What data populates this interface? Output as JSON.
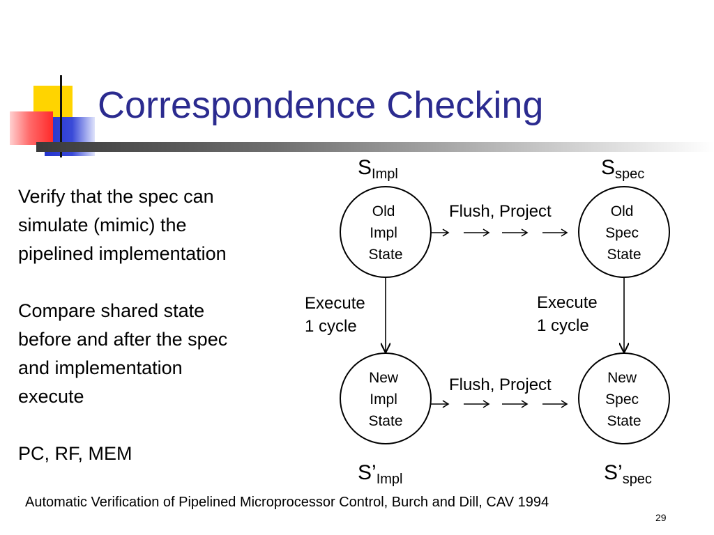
{
  "slide": {
    "title": "Correspondence Checking",
    "bullets": [
      "Verify that the spec can\nsimulate (mimic) the\npipelined implementation",
      "Compare shared state\nbefore and after the spec\nand implementation\nexecute",
      "PC, RF, MEM"
    ],
    "citation": "Automatic Verification of Pipelined Microprocessor Control, Burch and Dill, CAV 1994",
    "page_number": "29",
    "colors": {
      "title": "#2b2b8f",
      "deco_yellow": "#ffd700",
      "deco_red": "#ff3333",
      "deco_blue": "#2f3fd0"
    }
  },
  "diagram": {
    "nodes": {
      "old_impl": [
        "Old",
        "Impl",
        "State"
      ],
      "old_spec": [
        "Old",
        "Spec",
        "State"
      ],
      "new_impl": [
        "New",
        "Impl",
        "State"
      ],
      "new_spec": [
        "New",
        "Spec",
        "State"
      ]
    },
    "labels": {
      "s_impl": {
        "base": "S",
        "sub": "Impl"
      },
      "s_spec": {
        "base": "S",
        "sub": "spec"
      },
      "s_prime_impl": {
        "base": "S’",
        "sub": "Impl"
      },
      "s_prime_spec": {
        "base": "S’",
        "sub": "spec"
      },
      "flush_top": "Flush, Project",
      "flush_bottom": "Flush, Project",
      "execute_left": [
        "Execute",
        "1 cycle"
      ],
      "execute_right": [
        "Execute",
        "1 cycle"
      ]
    }
  }
}
